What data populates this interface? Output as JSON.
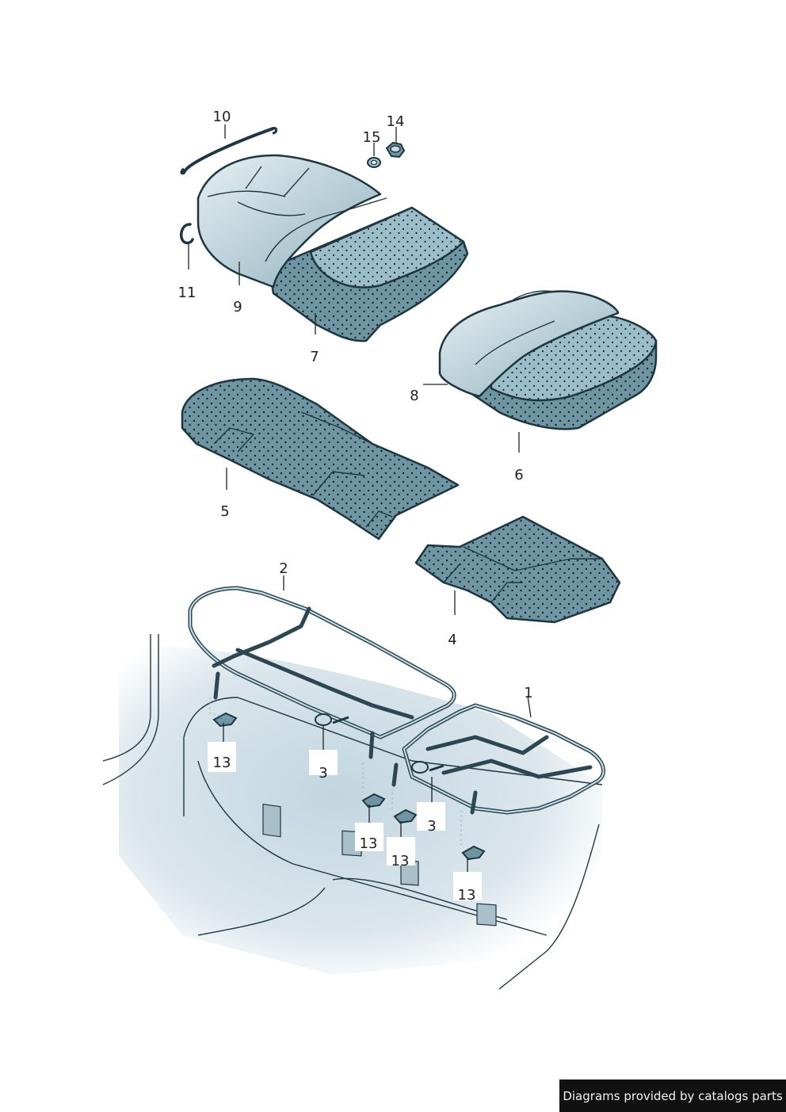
{
  "callouts": {
    "c1": "1",
    "c2": "2",
    "c3a": "3",
    "c3b": "3",
    "c4": "4",
    "c5": "5",
    "c6": "6",
    "c7": "7",
    "c8": "8",
    "c9": "9",
    "c10": "10",
    "c11": "11",
    "c13a": "13",
    "c13b": "13",
    "c13c": "13",
    "c13d": "13",
    "c14": "14",
    "c15": "15"
  },
  "credit": "Diagrams provided by catalogs parts",
  "colors": {
    "foam_dark": "#5c8594",
    "foam_light": "#9ec0cc",
    "cover_light": "#c9dce3",
    "floor": "#dfe8ee",
    "outline": "#1e3640"
  }
}
